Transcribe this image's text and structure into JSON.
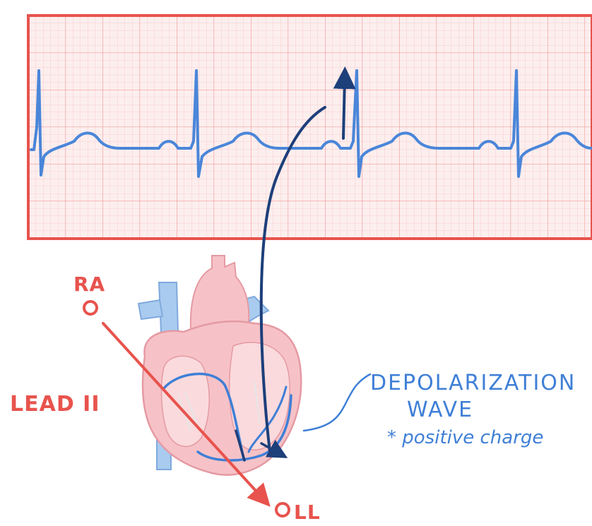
{
  "labels": {
    "ra": "RA",
    "ll": "LL",
    "lead": "LEAD II",
    "wave_line1": "DEPOLARIZATION",
    "wave_line2": "WAVE",
    "charge_note": "* positive charge"
  },
  "colors": {
    "paper_border": "#e8534d",
    "paper_fill": "#fdeeee",
    "grid_minor": "#f6c6c6",
    "grid_major": "#ef9a9a",
    "ecg_trace": "#4a86d9",
    "arrow_dark": "#1d3f7a",
    "lead_line": "#e8534d",
    "heart_body": "#f6c2c7",
    "heart_outline": "#e59aa3",
    "vessel_blue": "#a9cbef",
    "wave_blue": "#3f7fd6"
  },
  "icons": [
    "ecg-strip",
    "heart-illustration",
    "electrode-ra",
    "electrode-ll"
  ]
}
